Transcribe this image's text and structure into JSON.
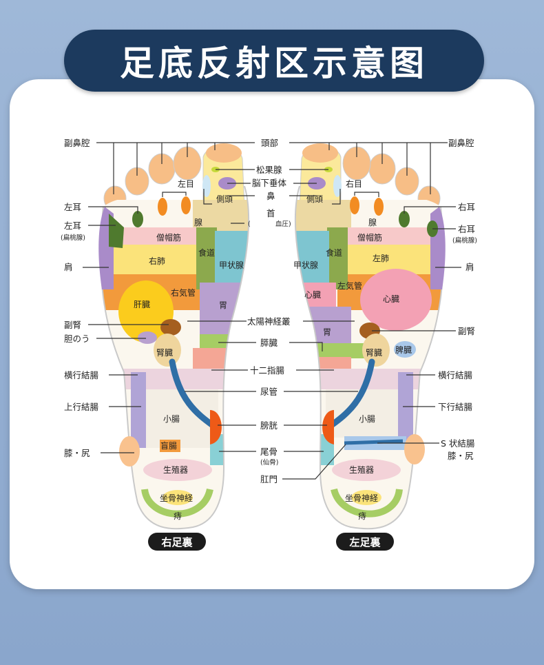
{
  "title": "足底反射区示意图",
  "feet": {
    "right": {
      "caption": "右足裏"
    },
    "left": {
      "caption": "左足裏"
    }
  },
  "labels": {
    "fukubikou": "副鼻腔",
    "toubu": "頭部",
    "shoukasen": "松果腺",
    "noukasuitai": "脳下垂体",
    "hana": "鼻",
    "kubi": "首",
    "ketsuatsu_l": "(",
    "ketsuatsu_r": "血圧)",
    "hidarimimi": "左耳",
    "migimimi": "右耳",
    "hentousen": "(扁桃腺)",
    "kata": "肩",
    "fukujin": "副腎",
    "tannou": "胆のう",
    "taiyou": "太陽神経叢",
    "suizou": "膵臓",
    "juunishi": "十二指腸",
    "oukou": "横行結腸",
    "joukou": "上行結腸",
    "kakou": "下行結腸",
    "nyoukan": "尿管",
    "boukou": "膀胱",
    "bikotsu": "尾骨",
    "senkotsu": "(仙骨)",
    "s_joukou": "S 状結腸",
    "hiza": "膝・尻",
    "koumon": "肛門"
  },
  "zones": {
    "hidarime": "左目",
    "migime": "右目",
    "sokutou": "側頭",
    "sen": "腺",
    "soubou": "僧帽筋",
    "shokudou": "食道",
    "migihai": "右肺",
    "hidarihai": "左肺",
    "koujou": "甲状腺",
    "migikikan": "右気管",
    "hidarikikan": "左気管",
    "kanzou": "肝臓",
    "shinzou": "心臓",
    "i": "胃",
    "jinzou": "腎臓",
    "hizou": "脾臓",
    "shouchou": "小腸",
    "mouchou": "盲腸",
    "seishokuki": "生殖器",
    "zakotsu": "坐骨神経",
    "ji": "痔"
  },
  "colors": {
    "title_bg": "#1c3a5e",
    "card_bg": "#ffffff",
    "toe": "#f7be86",
    "brain": "#fbe99b",
    "pituitary": "#a98bc9",
    "pineal": "#c6d93a",
    "ear": "#f28c22",
    "trapezius": "#f7c9c9",
    "lung": "#fbe37a",
    "bronchus": "#f29a3c",
    "liver": "#fbcc1d",
    "heart": "#f3a1b4",
    "thyroid": "#7ec5d0",
    "esophagus": "#8ca94d",
    "stomach": "#b8a0cf",
    "pancreas": "#a6cd64",
    "duodenum": "#f4a695",
    "kidney": "#efd59d",
    "adrenal": "#a55f1f",
    "ureter": "#2f6ea6",
    "bladder": "#ee5a17",
    "colon": "#b0a4d6",
    "small_intestine": "#f3eee4",
    "genital": "#f3d2d8",
    "sciatic": "#a6cd64",
    "shoulder": "#a98bc9",
    "knee": "#f9c28e"
  }
}
